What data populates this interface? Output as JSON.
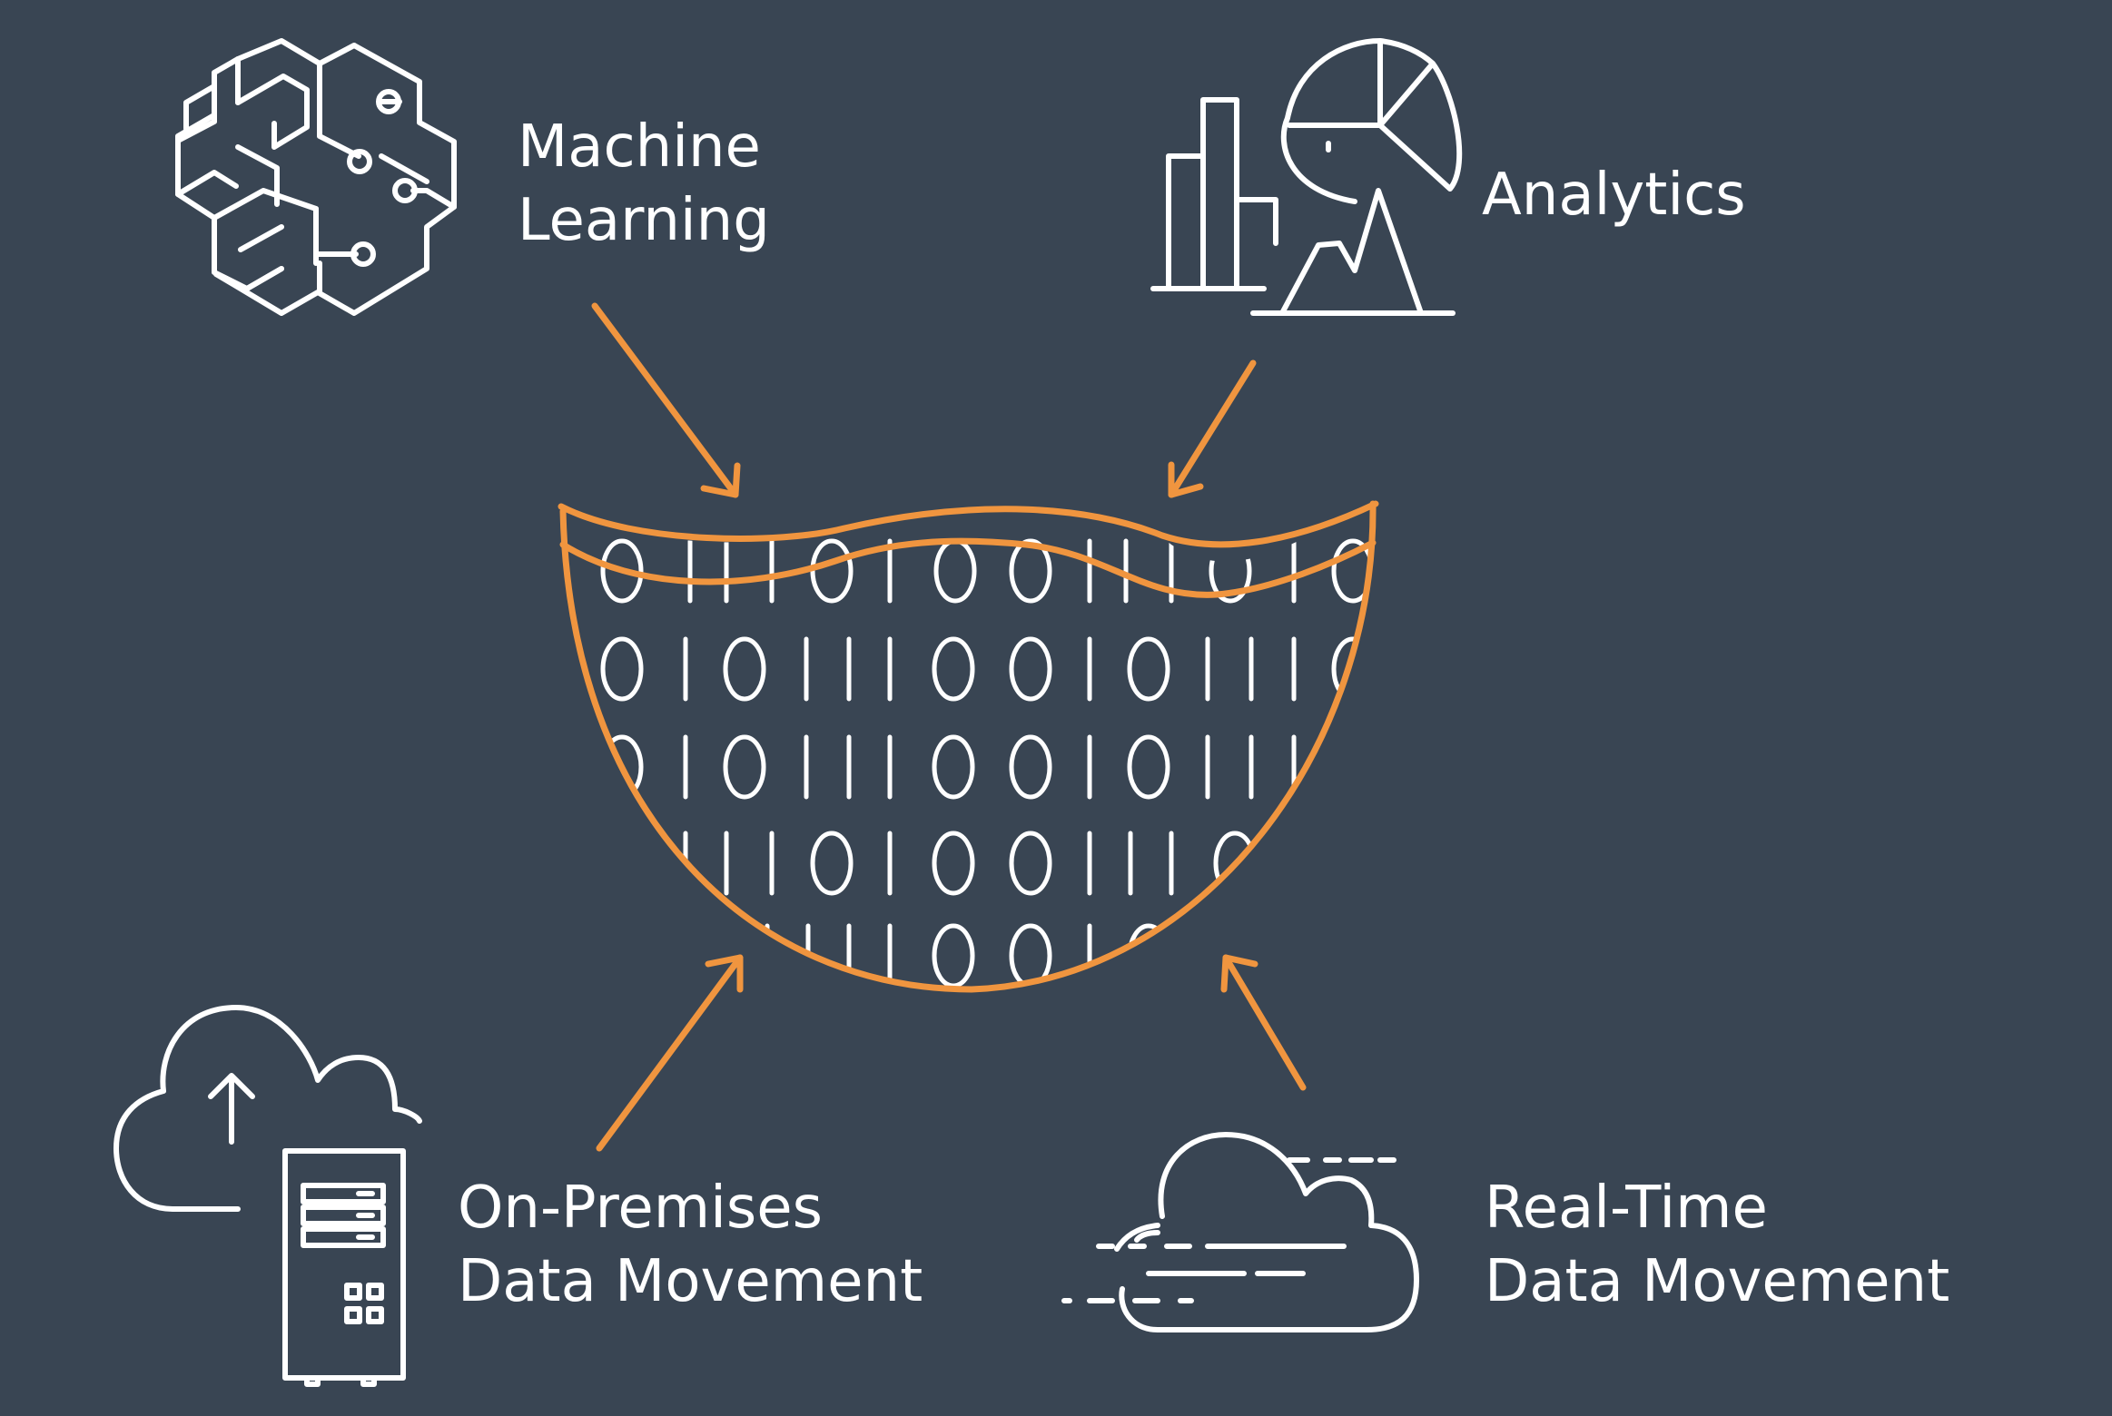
{
  "labels": {
    "machine_learning": [
      "Machine",
      "Learning"
    ],
    "analytics": "Analytics",
    "on_premises": [
      "On-Premises",
      "Data Movement"
    ],
    "real_time": [
      "Real-Time",
      "Data Movement"
    ]
  },
  "colors": {
    "background": "#394553",
    "accent": "#f0953f",
    "foreground": "#ffffff"
  },
  "icons": {
    "machine_learning": "brain-circuit-icon",
    "analytics": "charts-icon",
    "on_premises": "cloud-upload-server-icon",
    "real_time": "cloud-streaming-icon",
    "center": "data-lake-icon"
  }
}
